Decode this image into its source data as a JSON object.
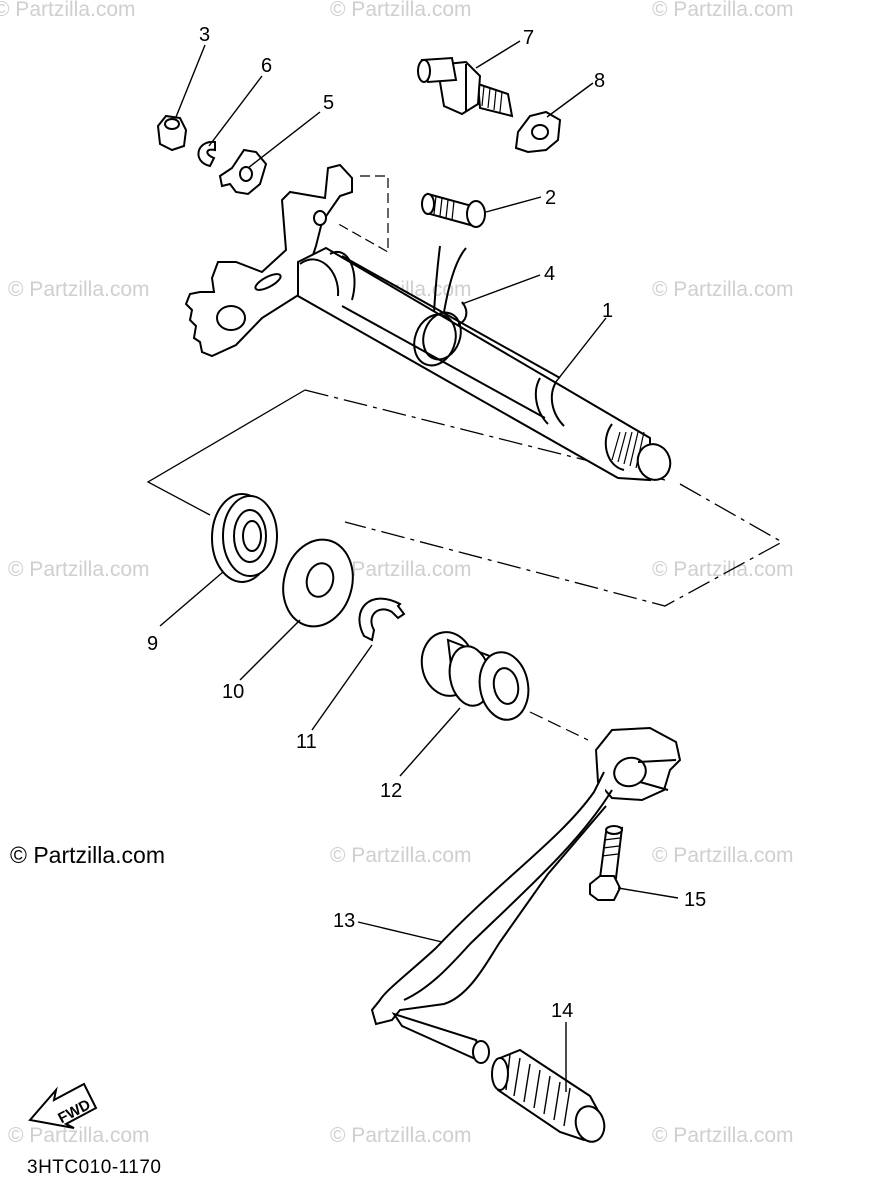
{
  "watermark": "© Partzilla.com",
  "copyright": "© Partzilla.com",
  "diagram_code": "3HTC010-1170",
  "fwd_label": "FWD",
  "callouts": {
    "c1": "1",
    "c2": "2",
    "c3": "3",
    "c4": "4",
    "c5": "5",
    "c6": "6",
    "c7": "7",
    "c8": "8",
    "c9": "9",
    "c10": "10",
    "c11": "11",
    "c12": "12",
    "c13": "13",
    "c14": "14",
    "c15": "15"
  }
}
